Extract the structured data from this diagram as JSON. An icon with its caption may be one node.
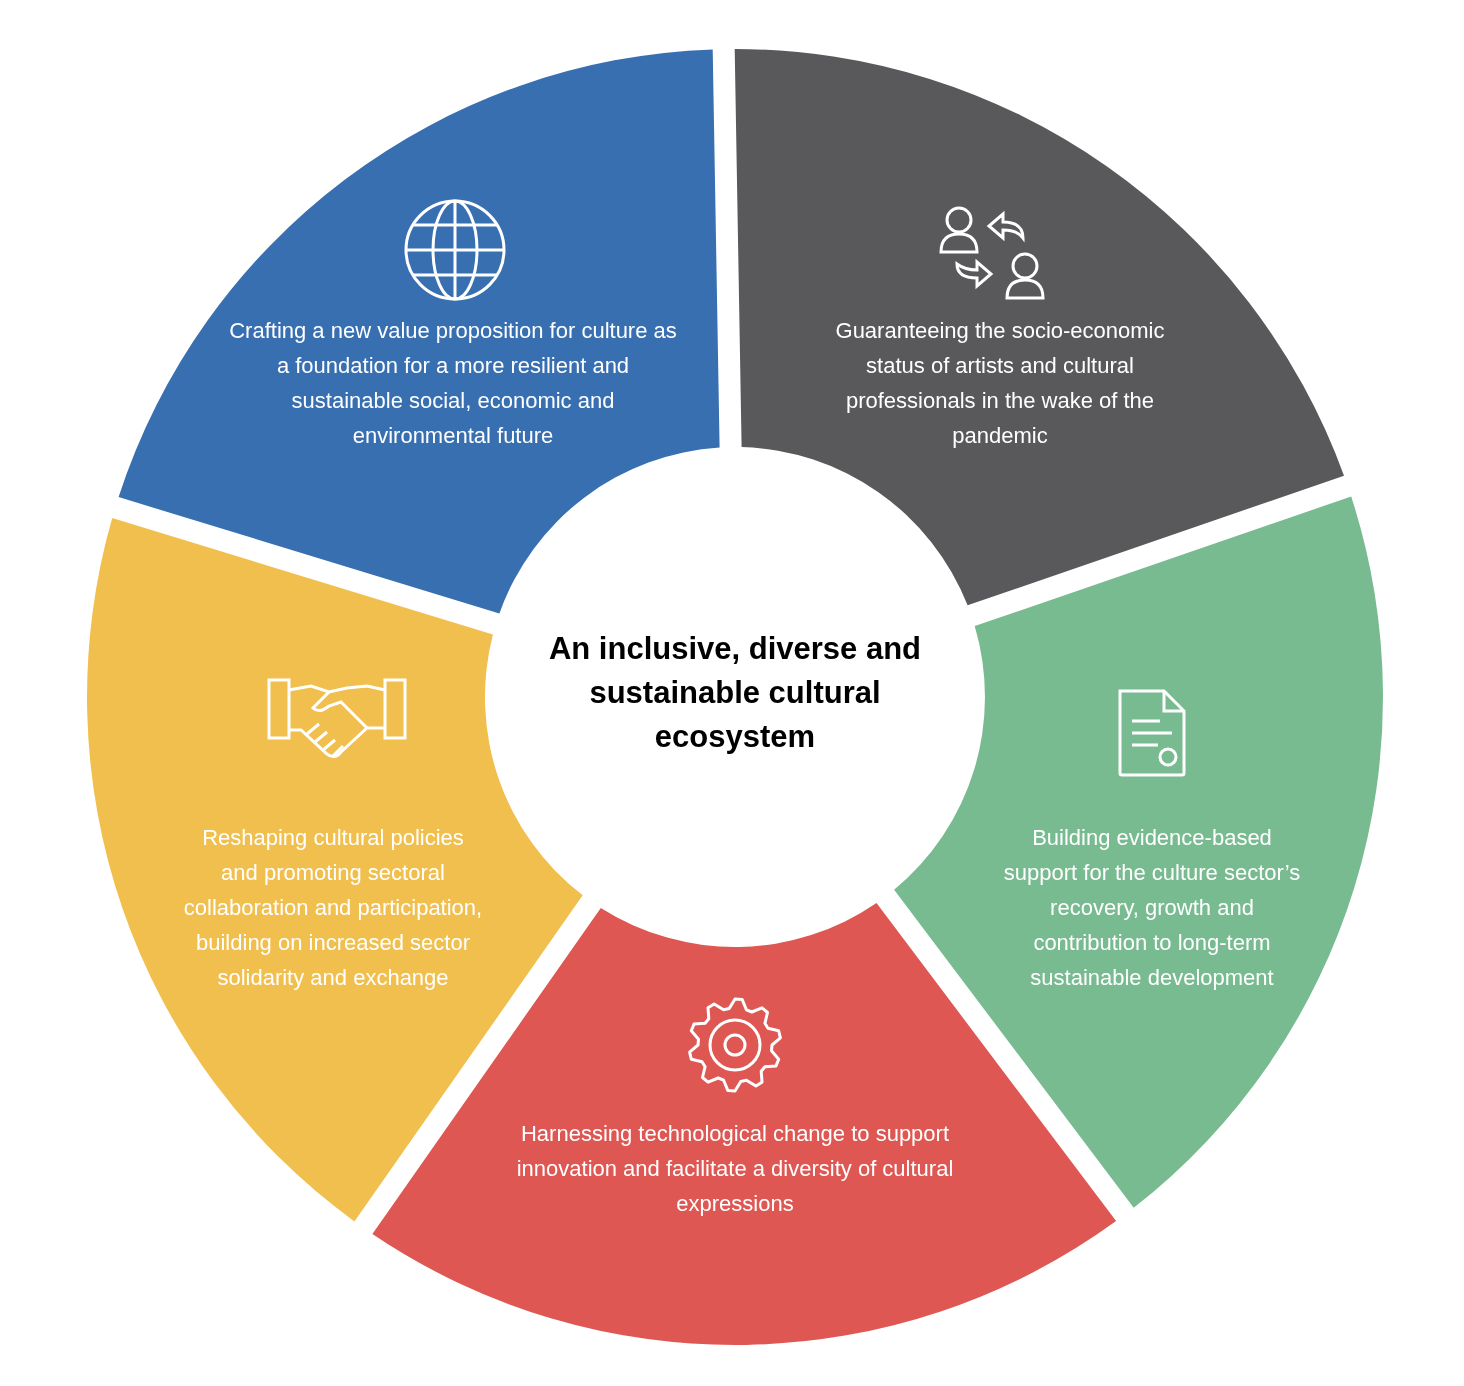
{
  "diagram": {
    "nodes": [
      {
        "text": [
          "Crafting a new value proposition for culture as a foundation for a more resilient and sustainable social, economic and environmental future"
        ]
      },
      {
        "text": [
          "Guaranteeing the socio-economic status of artists and cultural professionals in the wake of the pandemic"
        ]
      },
      {
        "text": [
          "Reshaping cultural policies and promoting sectoral collaboration and participation, building on increased sector solidarity and exchange"
        ]
      },
      {
        "text": [
          "An inclusive, diverse and sustainable cultural ecosystem"
        ]
      },
      {
        "text": [
          "Building evidence-based support for the culture sector’s recovery, growth and contribution to long-term sustainable development"
        ]
      },
      {
        "text": [
          "Harnessing technological change to support innovation and facilitate a diversity of cultural expressions"
        ]
      }
    ]
  }
}
